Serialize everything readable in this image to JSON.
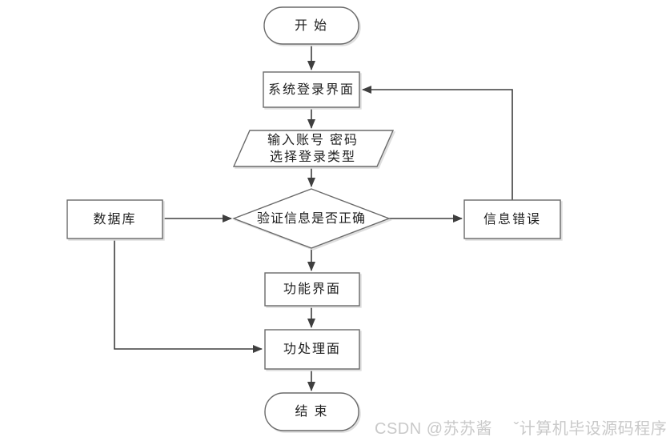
{
  "diagram": {
    "type": "flowchart",
    "title_implied": "system-login-flow"
  },
  "nodes": {
    "start": {
      "shape": "terminator",
      "label": "开 始"
    },
    "login": {
      "shape": "process",
      "label": "系统登录界面"
    },
    "input": {
      "shape": "parallelogram",
      "line1": "输入账号 密码",
      "line2": "选择登录类型"
    },
    "verify": {
      "shape": "decision",
      "label": "验证信息是否正确"
    },
    "database": {
      "shape": "process",
      "label": "数据库"
    },
    "error": {
      "shape": "process",
      "label": "信息错误"
    },
    "function": {
      "shape": "process",
      "label": "功能界面"
    },
    "process": {
      "shape": "process",
      "label": "功处理面"
    },
    "end": {
      "shape": "terminator",
      "label": "结 束"
    }
  },
  "edges": [
    {
      "from": "start",
      "to": "login"
    },
    {
      "from": "login",
      "to": "input"
    },
    {
      "from": "input",
      "to": "verify"
    },
    {
      "from": "database",
      "to": "verify"
    },
    {
      "from": "verify",
      "to": "error"
    },
    {
      "from": "error",
      "to": "login"
    },
    {
      "from": "verify",
      "to": "function"
    },
    {
      "from": "function",
      "to": "process"
    },
    {
      "from": "database",
      "to": "process"
    },
    {
      "from": "process",
      "to": "end"
    }
  ],
  "watermark": {
    "text": "CSDN @苏苏酱　 ˇ计算机毕设源码程序",
    "color": "#c9c9c9"
  },
  "colors": {
    "background": "#ffffff",
    "shape_fill": "#ffffff",
    "shape_border": "#6a6a6a",
    "connector": "#3f3f3f",
    "shadow": "#dedede",
    "text": "#1f1f1f"
  }
}
